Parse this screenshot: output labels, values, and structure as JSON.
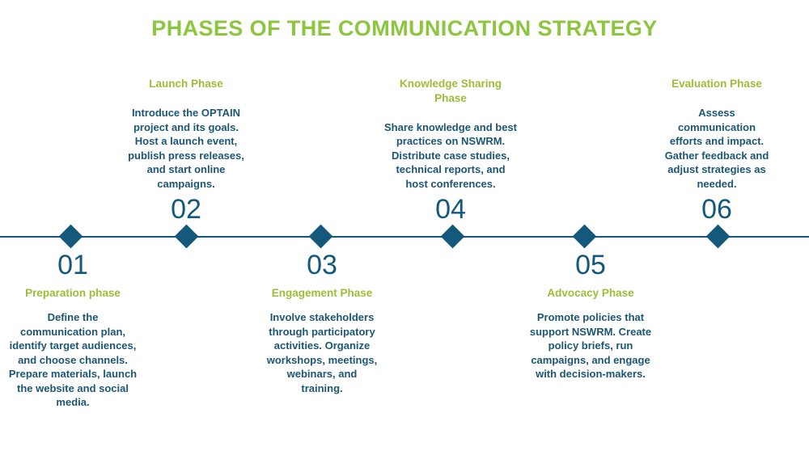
{
  "title": "PHASES OF THE COMMUNICATION STRATEGY",
  "colors": {
    "title_green": "#8cc63f",
    "heading_green": "#9cbe37",
    "teal": "#14587c",
    "body_teal": "#1d5674",
    "background": "#ffffff"
  },
  "timeline": {
    "marker_shape": "diamond",
    "phases": [
      {
        "number": "01",
        "heading": "Preparation phase",
        "body": "Define the\ncommunication plan,\nidentify target audiences,\nand choose channels.\nPrepare materials, launch\nthe website and social\nmedia.",
        "position": "below"
      },
      {
        "number": "02",
        "heading": "Launch Phase",
        "body": "Introduce the OPTAIN\nproject and its goals.\nHost a launch event,\npublish press releases,\nand start online\ncampaigns.",
        "position": "above"
      },
      {
        "number": "03",
        "heading": "Engagement Phase",
        "body": "Involve stakeholders\nthrough participatory\nactivities. Organize\nworkshops, meetings,\nwebinars, and\ntraining.",
        "position": "below"
      },
      {
        "number": "04",
        "heading": "Knowledge Sharing\nPhase",
        "body": "Share knowledge and best\npractices on NSWRM.\nDistribute case studies,\ntechnical reports, and\nhost conferences.",
        "position": "above"
      },
      {
        "number": "05",
        "heading": "Advocacy Phase",
        "body": "Promote policies that\nsupport NSWRM. Create\npolicy briefs, run\ncampaigns, and engage\nwith decision-makers.",
        "position": "below"
      },
      {
        "number": "06",
        "heading": "Evaluation Phase",
        "body": "Assess\ncommunication\nefforts and impact.\nGather feedback and\nadjust strategies as\nneeded.",
        "position": "above"
      }
    ]
  }
}
